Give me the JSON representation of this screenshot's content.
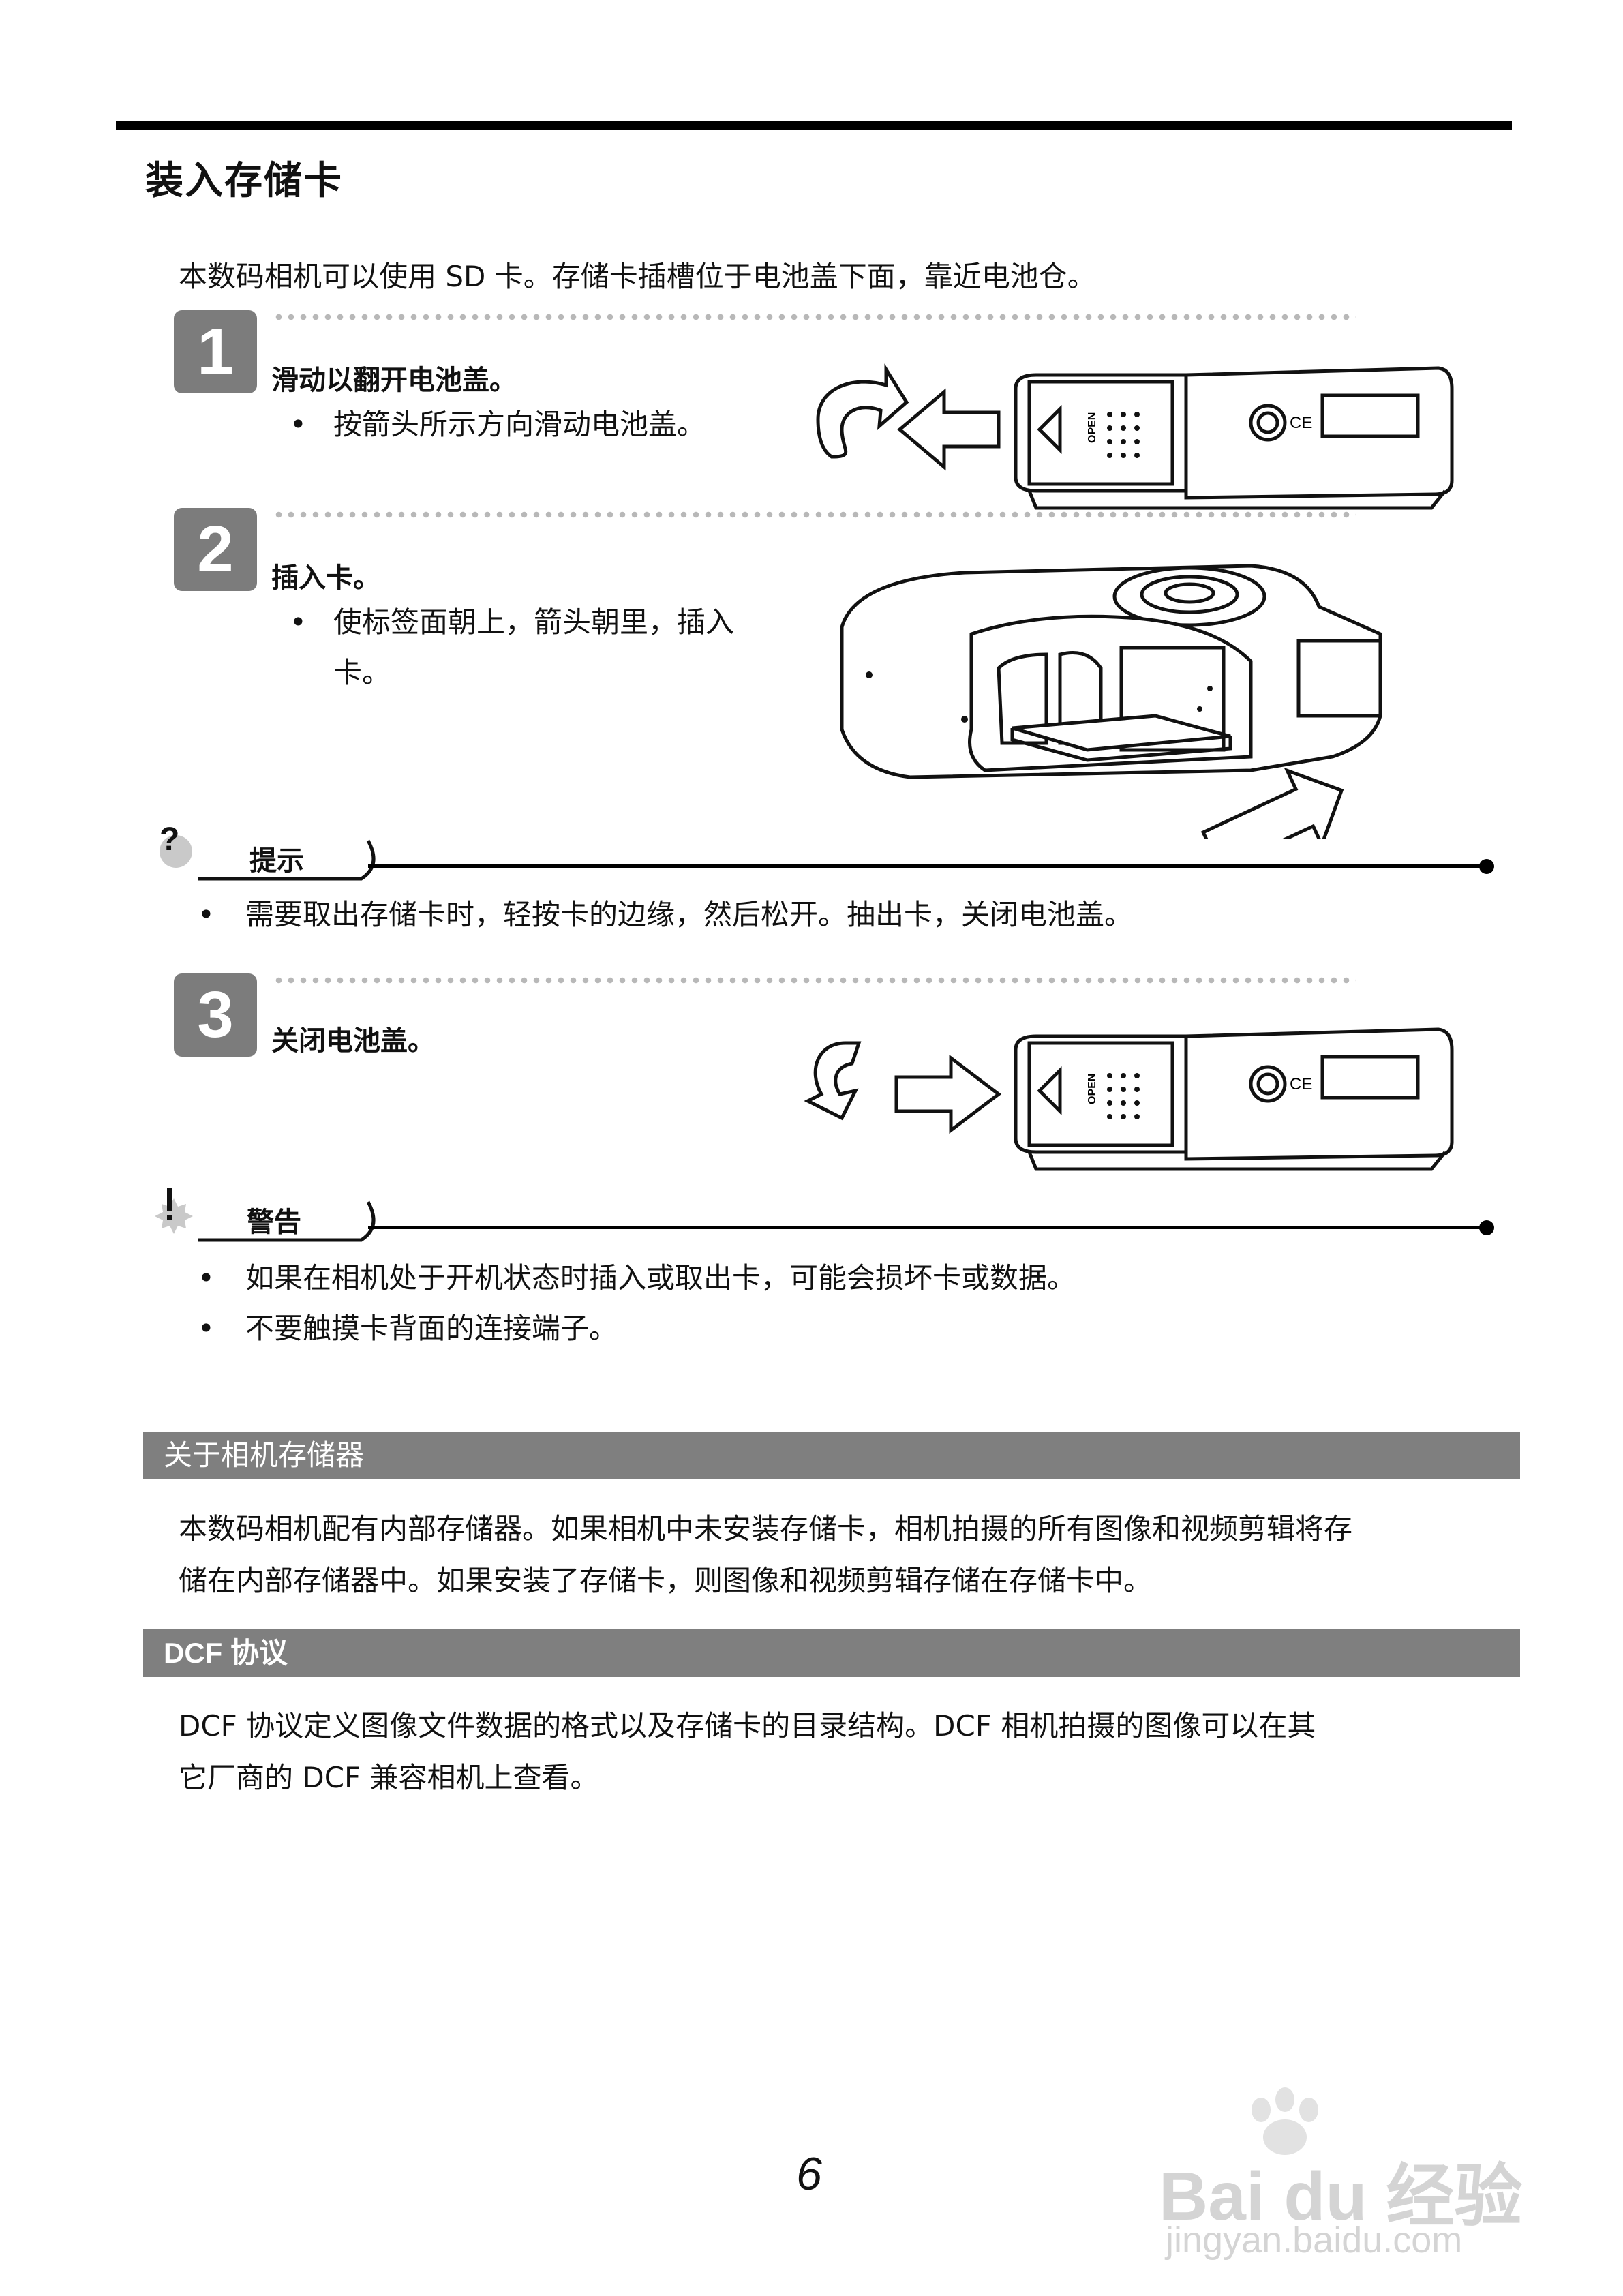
{
  "page": {
    "title": "装入存储卡",
    "intro": "本数码相机可以使用 SD 卡。存储卡插槽位于电池盖下面，靠近电池仓。",
    "page_number": "6"
  },
  "steps": [
    {
      "number": "1",
      "title": "滑动以翻开电池盖。",
      "bullets": [
        "按箭头所示方向滑动电池盖。"
      ]
    },
    {
      "number": "2",
      "title": "插入卡。",
      "bullets": [
        "使标签面朝上，箭头朝里，插入",
        "卡。"
      ]
    },
    {
      "number": "3",
      "title": "关闭电池盖。",
      "bullets": []
    }
  ],
  "tip": {
    "label": "提示",
    "items": [
      "需要取出存储卡时，轻按卡的边缘，然后松开。抽出卡，关闭电池盖。"
    ]
  },
  "warning": {
    "label": "警告",
    "items": [
      "如果在相机处于开机状态时插入或取出卡，可能会损坏卡或数据。",
      "不要触摸卡背面的连接端子。"
    ]
  },
  "sections": [
    {
      "heading": "关于相机存储器",
      "lines": [
        "本数码相机配有内部存储器。如果相机中未安装存储卡，相机拍摄的所有图像和视频剪辑将存",
        "储在内部存储器中。如果安装了存储卡，则图像和视频剪辑存储在存储卡中。"
      ]
    },
    {
      "heading": "DCF 协议",
      "lines": [
        "DCF 协议定义图像文件数据的格式以及存储卡的目录结构。DCF 相机拍摄的图像可以在其",
        "它厂商的 DCF 兼容相机上查看。"
      ]
    }
  ],
  "illustration_text": {
    "open_label": "OPEN",
    "ce_mark": "CE"
  },
  "watermark": {
    "brand": "Bai du 经验",
    "url": "jingyan.baidu.com"
  },
  "icons": [
    "question-icon",
    "warning-icon",
    "arrow-left-icon",
    "arrow-right-icon",
    "rotate-arrow-icon"
  ]
}
